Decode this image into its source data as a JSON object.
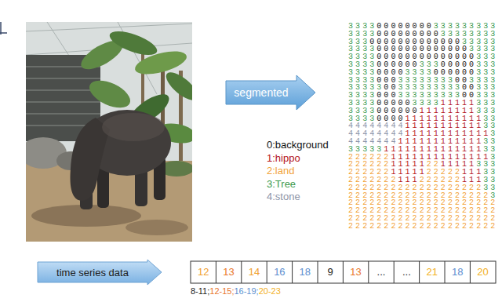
{
  "diagram": {
    "nodes": [
      {
        "text": [
          "segmented"
        ]
      },
      {
        "text": [
          "time series data"
        ]
      }
    ],
    "labels": [
      "0:background",
      "1:hippo",
      "2:land",
      "3:Tree",
      "4:stone",
      "333300000000333333333",
      "333300000000033333333",
      "333000000000000033333",
      "333300000000000003333",
      "333300000000000000333",
      "333300000033300000333",
      "333300003333000000333",
      "333300033333333003333",
      "333330033333333300333",
      "333300033333333300333",
      "333300000333311111333",
      "333300000011111111333",
      "333300001111111111133",
      "444444441111111111133",
      "444444441111111111113",
      "444444411111111111133",
      "333331111111111111133",
      "222222111111111111113",
      "222222111112211111333",
      "222222111112222211133",
      "222222211122222211133",
      "222222222222222222233",
      "222222222222222222223",
      "222222222222222222222",
      "222222222222222222222",
      "222222222222222222222",
      "222222222222222222222",
      "12",
      "13",
      "14",
      "16",
      "18",
      "9",
      "13",
      "...",
      "...",
      "21",
      "18",
      "20",
      "8-11;12-15;16-19;20-23"
    ]
  }
}
